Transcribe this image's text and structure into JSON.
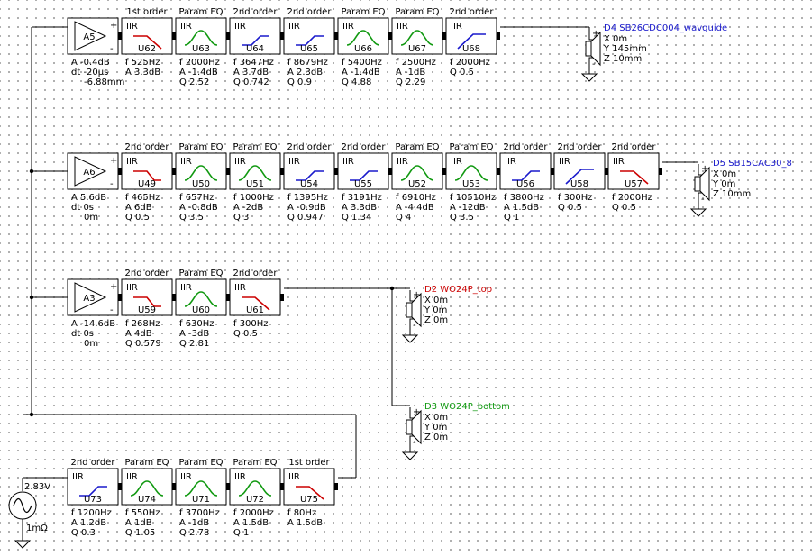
{
  "colors": {
    "wire": "#000000",
    "lowpass": "#cc0000",
    "highpass": "#1a1acc",
    "peq": "#119911",
    "speaker_d4": "#1a1acc",
    "speaker_d5": "#1a1acc",
    "speaker_d2": "#cc0000",
    "speaker_d3": "#119911"
  },
  "source": {
    "voltage": "2.83V",
    "resistance": "1mΩ"
  },
  "chains": [
    {
      "amp": {
        "name": "A5",
        "params": [
          "A -0.4dB",
          "dt -20µs",
          "-6.88mm"
        ]
      },
      "blocks": [
        {
          "header": "1st order",
          "kind": "lp1",
          "name": "U62",
          "params": [
            "f  525Hz",
            "A  3.3dB"
          ]
        },
        {
          "header": "Param EQ",
          "kind": "peq",
          "name": "U63",
          "params": [
            "f  2000Hz",
            "A  -1.4dB",
            "Q  2.52"
          ]
        },
        {
          "header": "2nd order",
          "kind": "hp2",
          "name": "U64",
          "params": [
            "f  3647Hz",
            "A  3.7dB",
            "Q  0.742"
          ]
        },
        {
          "header": "2nd order",
          "kind": "hp2",
          "name": "U65",
          "params": [
            "f  8679Hz",
            "A  2.3dB",
            "Q  0.9"
          ]
        },
        {
          "header": "Param EQ",
          "kind": "peq",
          "name": "U66",
          "params": [
            "f  5400Hz",
            "A  -1.4dB",
            "Q  4.88"
          ]
        },
        {
          "header": "Param EQ",
          "kind": "peq",
          "name": "U67",
          "params": [
            "f  2500Hz",
            "A  -1dB",
            "Q  2.29"
          ]
        },
        {
          "header": "2nd order",
          "kind": "hp1",
          "name": "U68",
          "params": [
            "f  2000Hz",
            "Q  0.5"
          ]
        }
      ],
      "speaker": {
        "title": "D4 SB26CDC004_wavguide",
        "color": "speaker_d4",
        "params": [
          "X 0m",
          "Y 145mm",
          "Z 10mm"
        ]
      }
    },
    {
      "amp": {
        "name": "A6",
        "params": [
          "A  5.6dB",
          "dt 0s",
          "0m"
        ]
      },
      "blocks": [
        {
          "header": "2nd order",
          "kind": "lp2",
          "name": "U49",
          "params": [
            "f  465Hz",
            "A  6dB",
            "Q  0.5"
          ]
        },
        {
          "header": "Param EQ",
          "kind": "peq",
          "name": "U50",
          "params": [
            "f  657Hz",
            "A  -0.8dB",
            "Q  3.5"
          ]
        },
        {
          "header": "Param EQ",
          "kind": "peq",
          "name": "U51",
          "params": [
            "f  1000Hz",
            "A  -2dB",
            "Q  3"
          ]
        },
        {
          "header": "2nd order",
          "kind": "hp2",
          "name": "U54",
          "params": [
            "f  1395Hz",
            "A  -0.9dB",
            "Q  0.947"
          ]
        },
        {
          "header": "2nd order",
          "kind": "hp2",
          "name": "U55",
          "params": [
            "f  3191Hz",
            "A  3.3dB",
            "Q  1.34"
          ]
        },
        {
          "header": "Param EQ",
          "kind": "peq",
          "name": "U52",
          "params": [
            "f  6910Hz",
            "A  -4.4dB",
            "Q  4"
          ]
        },
        {
          "header": "Param EQ",
          "kind": "peq",
          "name": "U53",
          "params": [
            "f  10510Hz",
            "A  -12dB",
            "Q  3.5"
          ]
        },
        {
          "header": "2nd order",
          "kind": "hp2",
          "name": "U56",
          "params": [
            "f  3800Hz",
            "A  1.5dB",
            "Q  1"
          ]
        },
        {
          "header": "2nd order",
          "kind": "hp1",
          "name": "U58",
          "params": [
            "f  300Hz",
            "Q  0.5"
          ]
        },
        {
          "header": "2nd order",
          "kind": "lp1",
          "name": "U57",
          "params": [
            "f  2000Hz",
            "Q  0.5"
          ]
        }
      ],
      "speaker": {
        "title": "D5 SB15CAC30_8",
        "color": "speaker_d5",
        "params": [
          "X 0m",
          "Y 0m",
          "Z 10mm"
        ]
      }
    },
    {
      "amp": {
        "name": "A3",
        "params": [
          "A  -14.6dB",
          "dt 0s",
          "0m"
        ]
      },
      "blocks": [
        {
          "header": "2nd order",
          "kind": "lp2",
          "name": "U59",
          "params": [
            "f  268Hz",
            "A  4dB",
            "Q  0.579"
          ]
        },
        {
          "header": "Param EQ",
          "kind": "peq",
          "name": "U60",
          "params": [
            "f  630Hz",
            "A  -3dB",
            "Q  2.81"
          ]
        },
        {
          "header": "2nd order",
          "kind": "lp1",
          "name": "U61",
          "params": [
            "f  300Hz",
            "Q  0.5"
          ]
        }
      ]
    },
    {
      "blocks": [
        {
          "header": "2nd order",
          "kind": "hp2",
          "name": "U73",
          "params": [
            "f  1200Hz",
            "A  1.2dB",
            "Q  0.3"
          ]
        },
        {
          "header": "Param EQ",
          "kind": "peq",
          "name": "U74",
          "params": [
            "f  550Hz",
            "A  1dB",
            "Q  1.05"
          ]
        },
        {
          "header": "Param EQ",
          "kind": "peq",
          "name": "U71",
          "params": [
            "f  3700Hz",
            "A  -1dB",
            "Q  2.78"
          ]
        },
        {
          "header": "Param EQ",
          "kind": "peq",
          "name": "U72",
          "params": [
            "f  2000Hz",
            "A  1.5dB",
            "Q  1"
          ]
        },
        {
          "header": "1st order",
          "kind": "lp1",
          "name": "U75",
          "params": [
            "f  80Hz",
            "A  1.5dB"
          ]
        }
      ]
    }
  ],
  "woofers": [
    {
      "title": "D2 WO24P_top",
      "color": "speaker_d2",
      "params": [
        "X 0m",
        "Y 0m",
        "Z 0m"
      ]
    },
    {
      "title": "D3 WO24P_bottom",
      "color": "speaker_d3",
      "params": [
        "X 0m",
        "Y 0m",
        "Z 0m"
      ]
    }
  ],
  "block_type_label": "IIR"
}
